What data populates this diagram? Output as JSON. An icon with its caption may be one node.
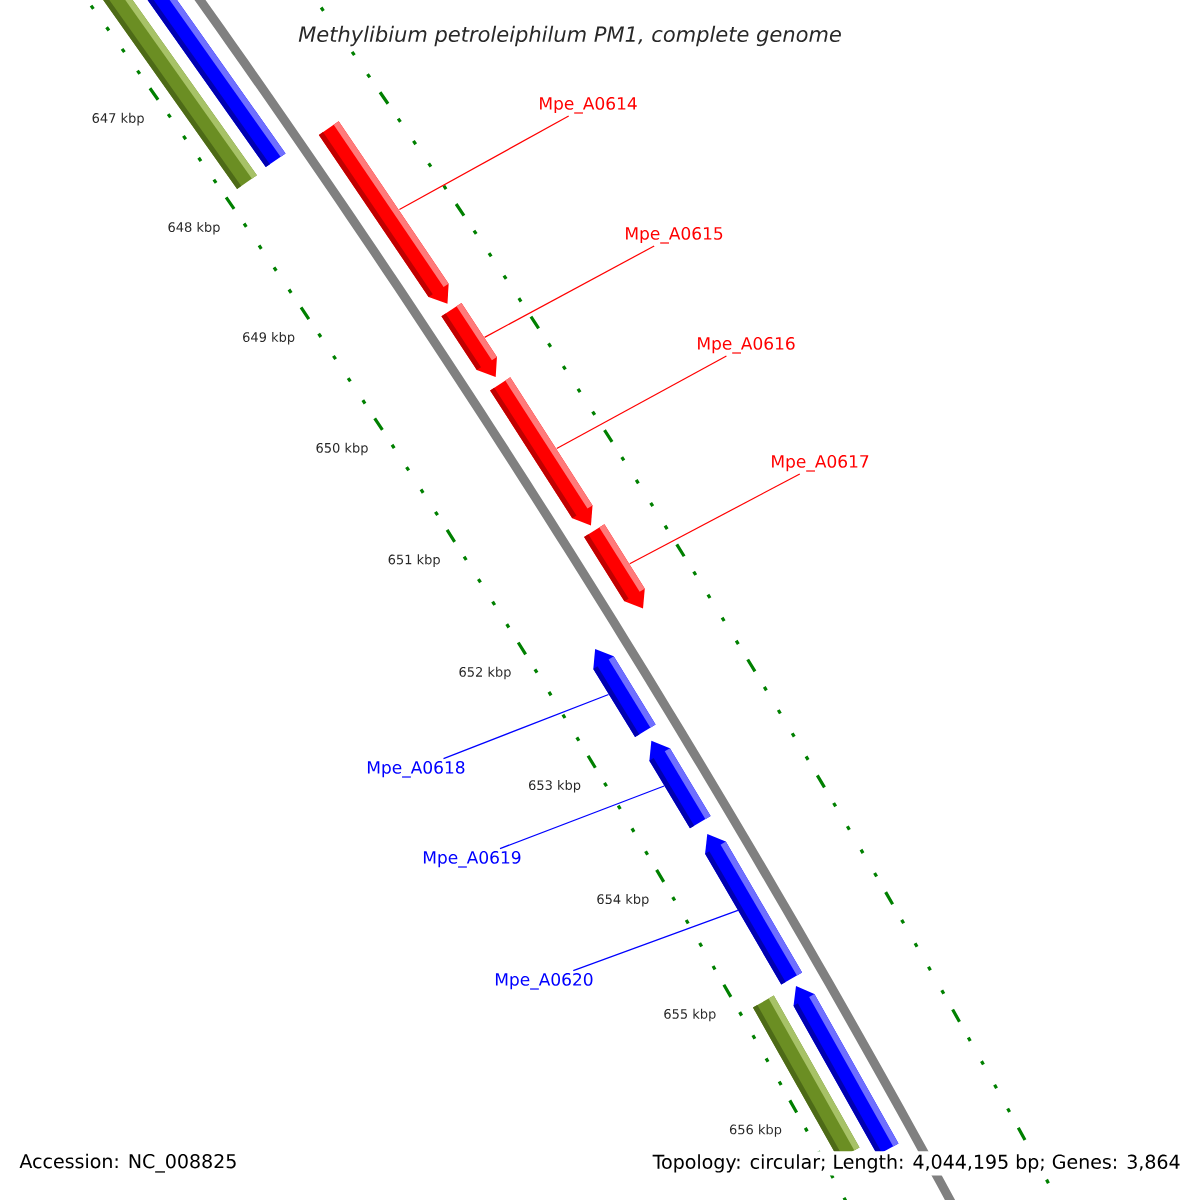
{
  "diagram": {
    "title": "*Methylibium petroleiphilum* PM1, complete genome",
    "nodes": [
      {
        "text": [],
        "shape": "bar"
      },
      {
        "text": [],
        "shape": "bar"
      },
      {
        "text": [
          "Mpe_A0614"
        ]
      },
      {
        "text": [
          "Mpe_A0615"
        ]
      },
      {
        "text": [
          "Mpe_A0616"
        ]
      },
      {
        "text": [
          "Mpe_A0617"
        ]
      },
      {
        "text": [],
        "shape": "pentagon"
      },
      {
        "text": [],
        "shape": "pentagon"
      },
      {
        "text": [],
        "shape": "pentagon"
      },
      {
        "text": [],
        "shape": "pentagon"
      },
      {
        "text": [
          "Mpe_A0618"
        ]
      },
      {
        "text": [
          "Mpe_A0619"
        ]
      },
      {
        "text": [
          "Mpe_A0620"
        ]
      },
      {
        "text": [],
        "shape": "pentagon"
      },
      {
        "text": [],
        "shape": "pentagon"
      },
      {
        "text": [],
        "shape": "pentagon"
      },
      {
        "text": [],
        "shape": "bar"
      },
      {
        "text": [],
        "shape": "pentagon"
      }
    ],
    "edges": [
      {
        "from": 2,
        "to": 6,
        "arrow": "none",
        "color": "#ff0000"
      },
      {
        "from": 3,
        "to": 7,
        "arrow": "none",
        "color": "#ff0000"
      },
      {
        "from": 4,
        "to": 8,
        "arrow": "none",
        "color": "#ff0000"
      },
      {
        "from": 5,
        "to": 9,
        "arrow": "none",
        "color": "#ff0000"
      },
      {
        "from": 10,
        "to": 13,
        "arrow": "none",
        "color": "#0000ff"
      },
      {
        "from": 11,
        "to": 14,
        "arrow": "none",
        "color": "#0000ff"
      },
      {
        "from": 12,
        "to": 15,
        "arrow": "none",
        "color": "#0000ff"
      }
    ],
    "labels": [
      "647 kbp",
      "648 kbp",
      "649 kbp",
      "650 kbp",
      "651 kbp",
      "652 kbp",
      "653 kbp",
      "654 kbp",
      "655 kbp",
      "656 kbp",
      "Accession: NC_008825",
      "Topology: circular; Length: 4,044,195 bp; Genes: 3,864"
    ]
  }
}
